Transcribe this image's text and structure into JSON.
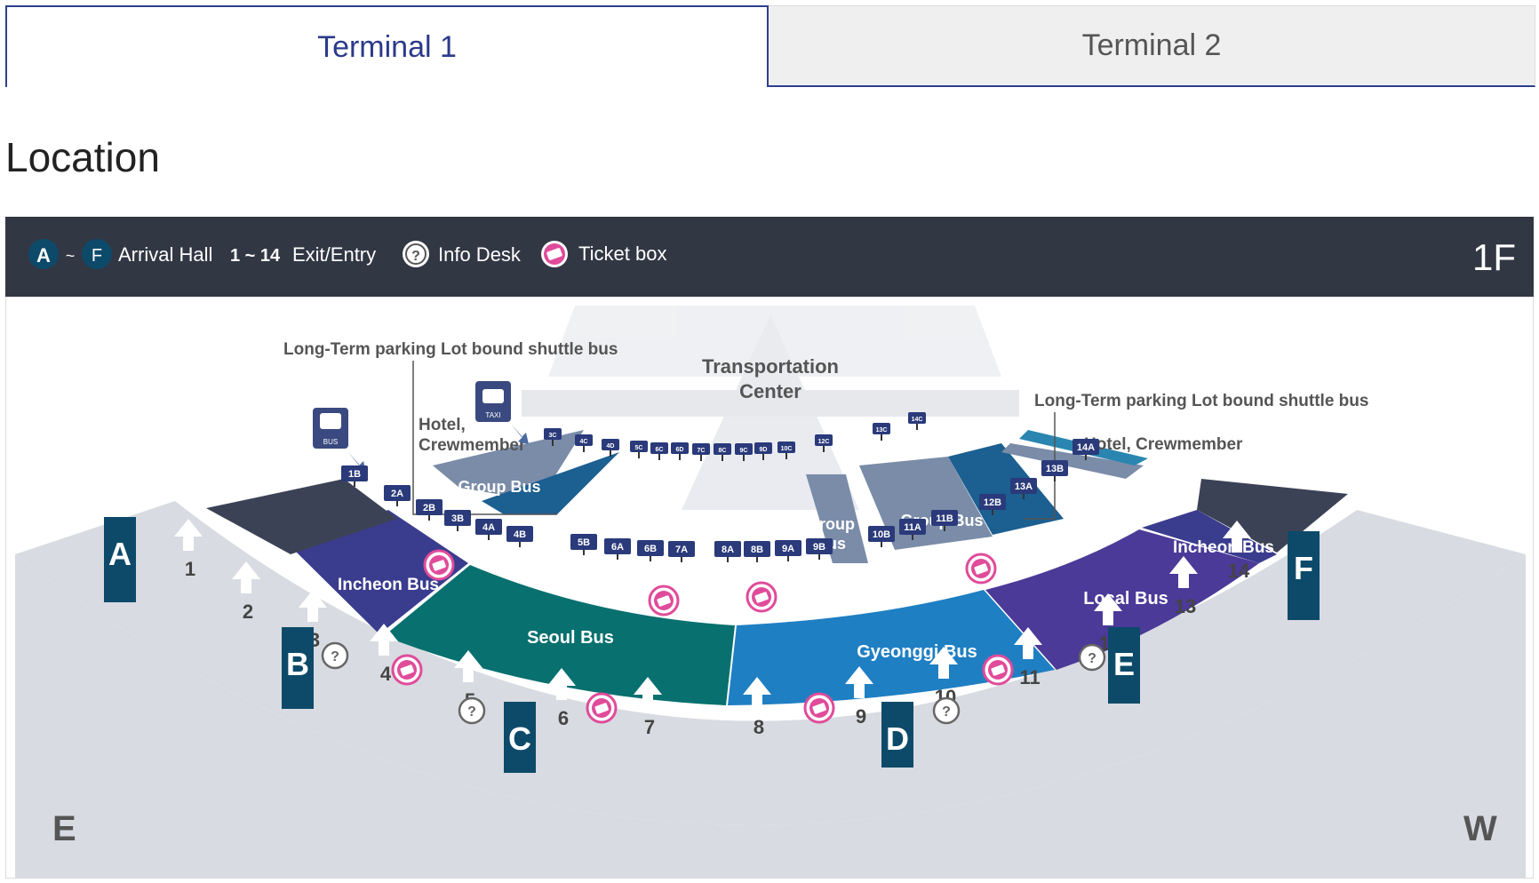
{
  "tabs": [
    {
      "label": "Terminal 1",
      "active": true
    },
    {
      "label": "Terminal 2",
      "active": false
    }
  ],
  "section_title": "Location",
  "legend": {
    "hall_from": "A",
    "tilde1": "~",
    "hall_to": "F",
    "arrival_hall": "Arrival Hall",
    "exit_range": "1 ~ 14",
    "exit_entry": "Exit/Entry",
    "info_desk": "Info Desk",
    "ticket_box": "Ticket box",
    "floor": "1F"
  },
  "map": {
    "transportation_center_line1": "Transportation",
    "transportation_center_line2": "Center",
    "longterm_left": "Long-Term parking Lot bound shuttle bus",
    "longterm_right": "Long-Term parking Lot bound shuttle bus",
    "hotel_left_1": "Hotel,",
    "hotel_left_2": "Crewmember",
    "hotel_right": "Hotel, Crewmember",
    "bus_icon_label": "BUS",
    "taxi_icon_label": "TAXI",
    "zones": {
      "group_bus_left": "Group Bus",
      "group_bus_center_1": "Group",
      "group_bus_center_2": "Bus",
      "group_bus_right": "Group Bus",
      "incheon_bus_left": "Incheon Bus",
      "incheon_bus_right": "Incheon Bus",
      "seoul_bus": "Seoul Bus",
      "gyeonggi_bus": "Gyeonggi Bus",
      "local_bus": "Local Bus"
    },
    "stops_outer": [
      "1B",
      "2A",
      "2B",
      "3B",
      "4A",
      "4B",
      "5B",
      "6A",
      "6B",
      "7A",
      "8A",
      "8B",
      "9A",
      "9B",
      "10B",
      "11A",
      "11B",
      "12B",
      "13A",
      "13B",
      "14A"
    ],
    "stops_inner": [
      "3C",
      "4C",
      "4D",
      "5C",
      "6C",
      "6D",
      "7C",
      "8C",
      "9C",
      "9D",
      "10C",
      "12C",
      "13C",
      "14C"
    ],
    "halls": [
      "A",
      "B",
      "C",
      "D",
      "E",
      "F"
    ],
    "exits": [
      "1",
      "2",
      "3",
      "4",
      "5",
      "6",
      "7",
      "8",
      "9",
      "10",
      "11",
      "12",
      "13",
      "14"
    ],
    "direction_east": "E",
    "direction_west": "W"
  },
  "colors": {
    "tab_accent": "#2f3e8e",
    "legend_bg": "#323744",
    "hall_marker": "#0d4a6a",
    "seoul_bus": "#08706f",
    "gyeonggi_bus": "#1f7fc3",
    "local_bus": "#4b3a98",
    "incheon_bus": "#3a3c8e",
    "group_bus": "#7a8ca8",
    "ticket_pink": "#e04b9a"
  }
}
